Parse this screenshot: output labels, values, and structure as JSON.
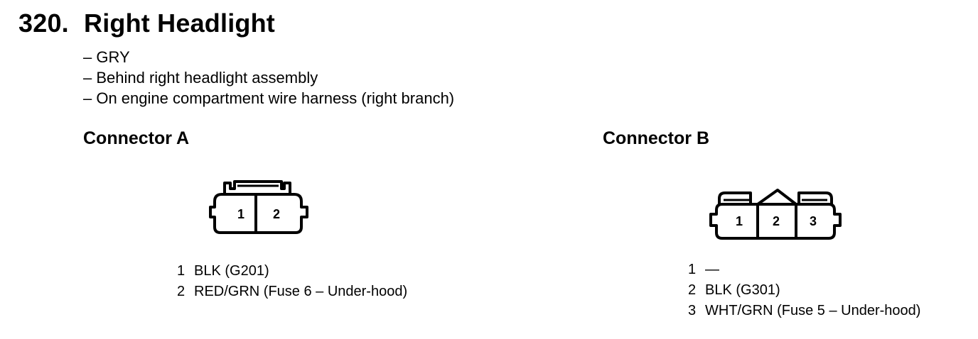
{
  "header": {
    "number": "320.",
    "title": "Right Headlight"
  },
  "notes": [
    "– GRY",
    "– Behind right headlight assembly",
    "– On engine compartment wire harness (right branch)"
  ],
  "connector_a": {
    "title": "Connector A",
    "pin_labels": [
      "1",
      "2"
    ],
    "pins": [
      {
        "num": "1",
        "desc": "BLK (G201)"
      },
      {
        "num": "2",
        "desc": "RED/GRN (Fuse 6 – Under-hood)"
      }
    ]
  },
  "connector_b": {
    "title": "Connector B",
    "pin_labels": [
      "1",
      "2",
      "3"
    ],
    "pins": [
      {
        "num": "1",
        "desc": "—"
      },
      {
        "num": "2",
        "desc": "BLK (G301)"
      },
      {
        "num": "3",
        "desc": "WHT/GRN (Fuse 5 – Under-hood)"
      }
    ]
  }
}
